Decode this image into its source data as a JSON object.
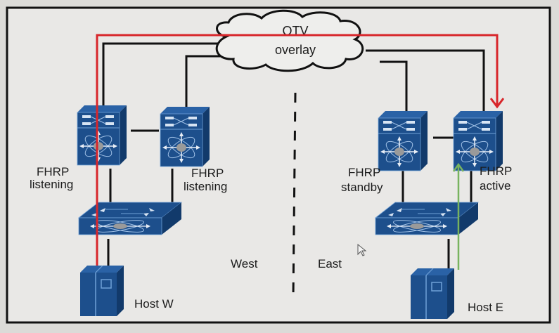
{
  "diagram": {
    "cloud": {
      "line1": "OTV",
      "line2": "overlay"
    },
    "regions": {
      "west": "West",
      "east": "East"
    },
    "nodes": {
      "west_agg_1": {
        "line1": "FHRP",
        "line2": "listening"
      },
      "west_agg_2": {
        "line1": "FHRP",
        "line2": "listening"
      },
      "east_agg_1": {
        "line1": "FHRP",
        "line2": "standby"
      },
      "east_agg_2": {
        "line1": "FHRP",
        "line2": "active"
      },
      "host_w": {
        "label": "Host W"
      },
      "host_e": {
        "label": "Host E"
      }
    },
    "colors": {
      "device_fill": "#1d4f8c",
      "device_dark": "#123a6b",
      "device_top": "#2a62a6",
      "outbound_path": "#d8262b",
      "return_path": "#78b35f",
      "link": "#111111"
    }
  }
}
